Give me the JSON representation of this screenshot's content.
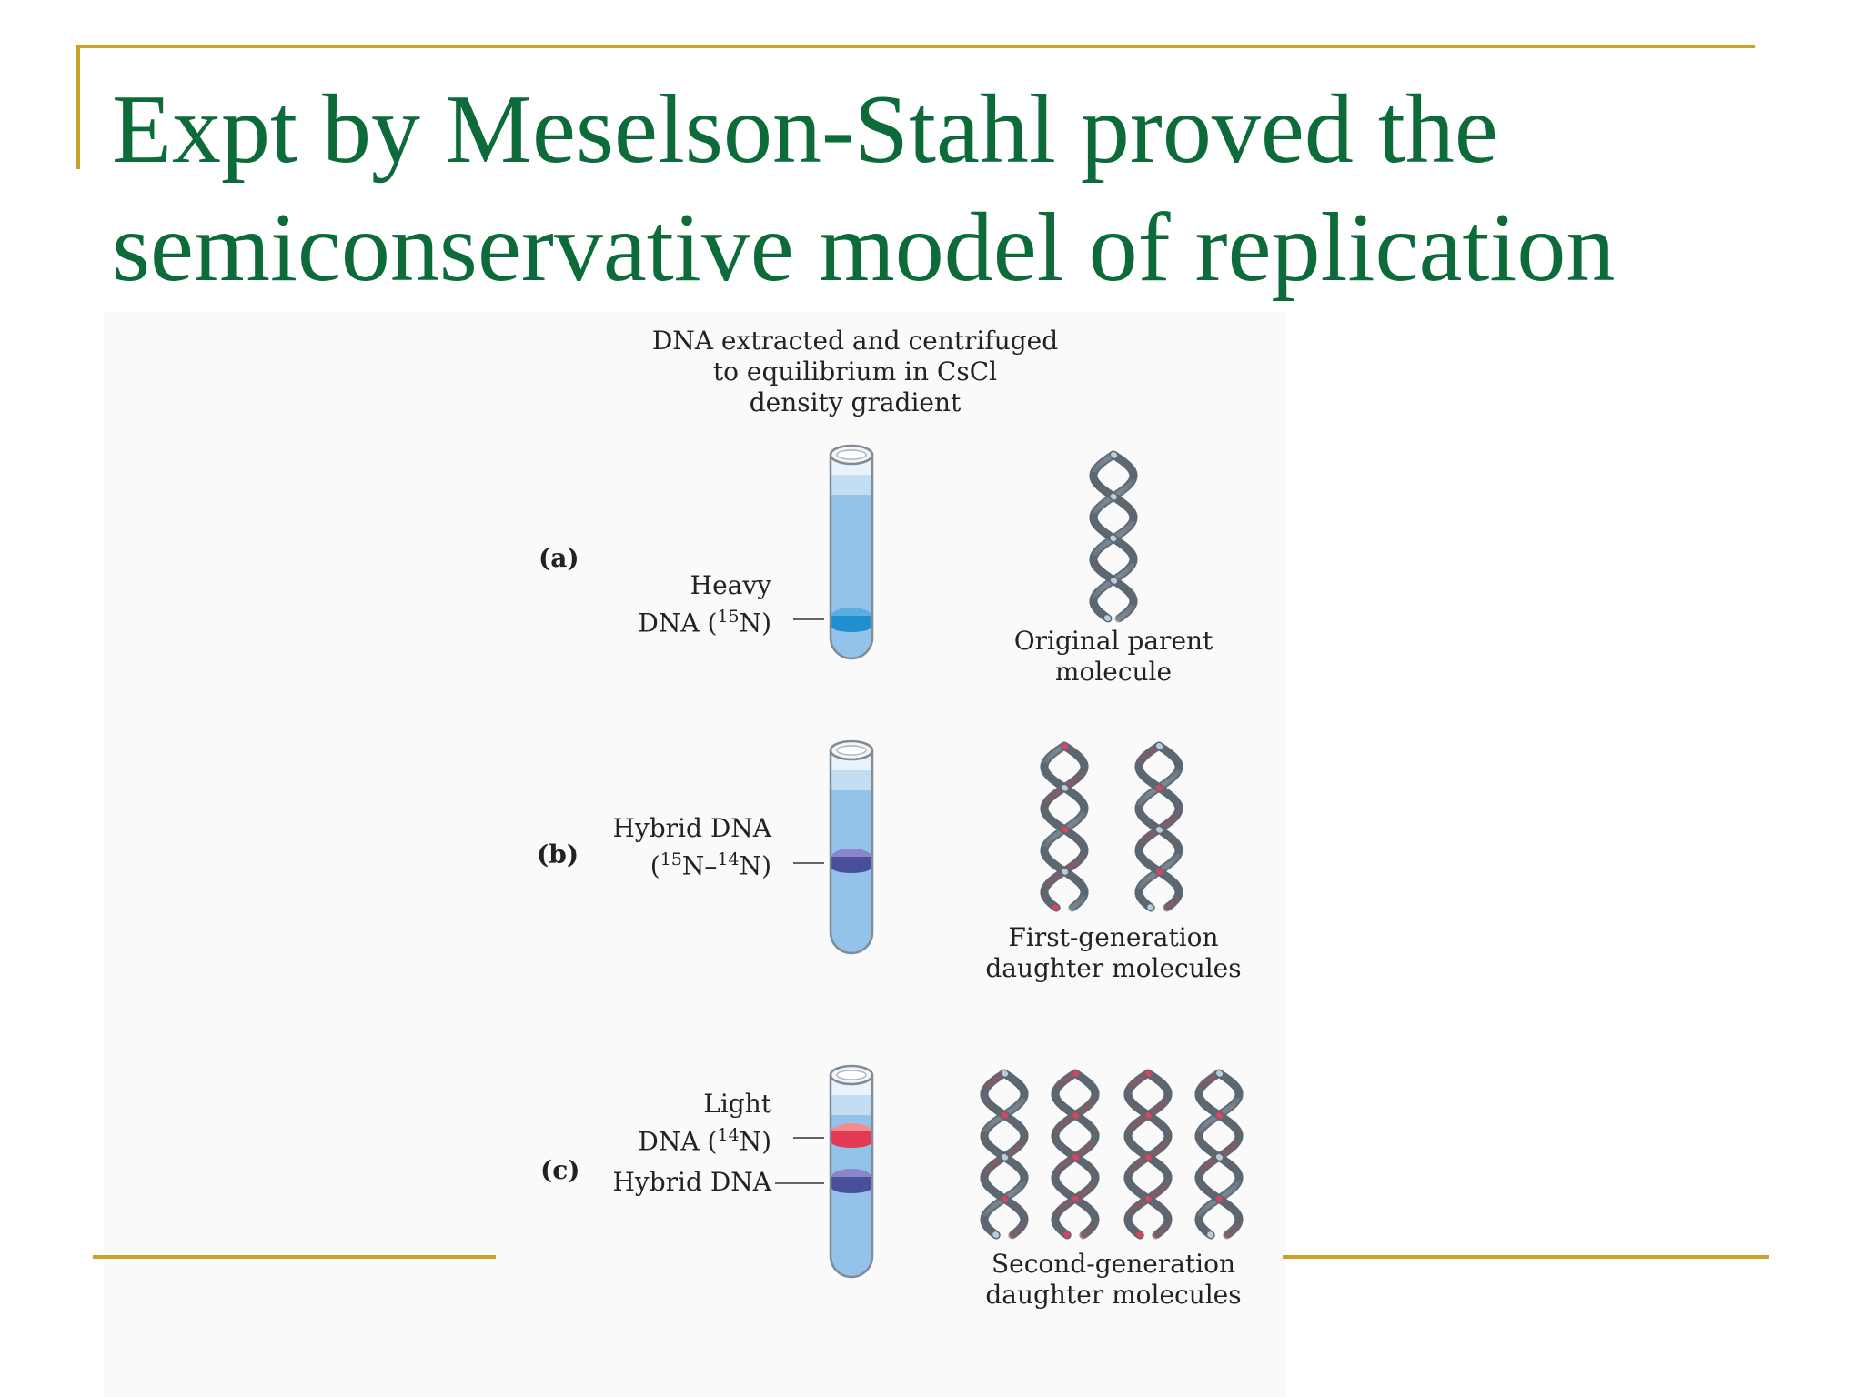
{
  "slide": {
    "title_line1": "Expt by Meselson-Stahl proved the",
    "title_line2": "semiconservative model of replication",
    "accent_color": "#c9a227",
    "title_color": "#0d6b3a"
  },
  "figure": {
    "header": {
      "line1": "DNA extracted and centrifuged",
      "line2": "to equilibrium in CsCl",
      "line3": "density gradient"
    },
    "panel_a": {
      "letter": "(a)",
      "band_label_line1": "Heavy",
      "band_label_line2_prefix": "DNA (",
      "band_label_isotope": "15",
      "band_label_line2_suffix": "N)",
      "caption_line1": "Original parent",
      "caption_line2": "molecule"
    },
    "panel_b": {
      "letter": "(b)",
      "band_label_line1": "Hybrid DNA",
      "band_label_line2_open": "(",
      "band_label_iso1": "15",
      "band_label_mid": "N–",
      "band_label_iso2": "14",
      "band_label_close": "N)",
      "caption_line1": "First-generation",
      "caption_line2": "daughter molecules"
    },
    "panel_c": {
      "letter": "(c)",
      "light_label_line1": "Light",
      "light_label_line2_prefix": "DNA (",
      "light_label_isotope": "14",
      "light_label_line2_suffix": "N)",
      "hybrid_label": "Hybrid DNA",
      "caption_line1": "Second-generation",
      "caption_line2": "daughter molecules"
    },
    "colors": {
      "heavy_strand": "#b9cde0",
      "light_strand": "#d9455e",
      "tube_fill": "#93c3ea",
      "heavy_band": "#1f8fd0",
      "hybrid_band": "#4a4f9c",
      "light_band": "#e23a52"
    }
  }
}
